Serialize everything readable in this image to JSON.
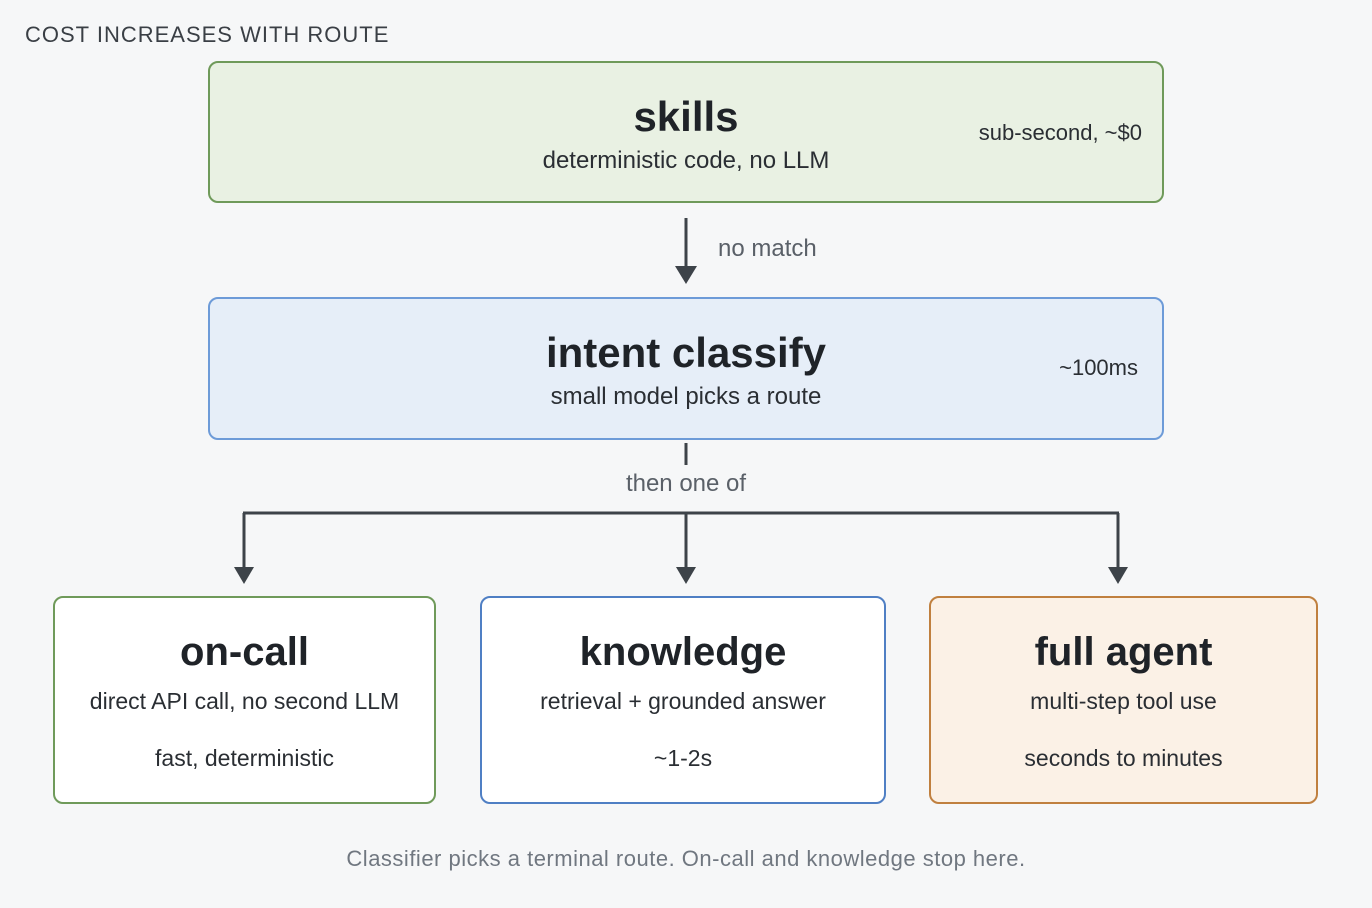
{
  "header": {
    "label": "COST INCREASES WITH ROUTE"
  },
  "skills": {
    "title": "skills",
    "subtitle": "deterministic code, no LLM",
    "note": "sub-second, ~$0"
  },
  "edge1": {
    "label": "no match"
  },
  "intent": {
    "title": "intent classify",
    "subtitle": "small model picks a route",
    "note": "~100ms"
  },
  "edge2": {
    "label": "then one of"
  },
  "routes": [
    {
      "title": "on-call",
      "subtitle": "direct API call, no second LLM",
      "detail": "fast, deterministic"
    },
    {
      "title": "knowledge",
      "subtitle": "retrieval + grounded answer",
      "detail": "~1-2s"
    },
    {
      "title": "full agent",
      "subtitle": "multi-step tool use",
      "detail": "seconds to minutes"
    }
  ],
  "footer": {
    "text": "Classifier picks a terminal route. On-call and knowledge stop here."
  },
  "colors": {
    "skills_fill": "#e9f1e3",
    "skills_border": "#6f9a5a",
    "intent_fill": "#e6eef8",
    "intent_border": "#6d9bd8",
    "knowledge_border": "#4f7fc4",
    "agent_fill": "#fbf1e6",
    "agent_border": "#c0803f",
    "arrow": "#3d4349"
  }
}
